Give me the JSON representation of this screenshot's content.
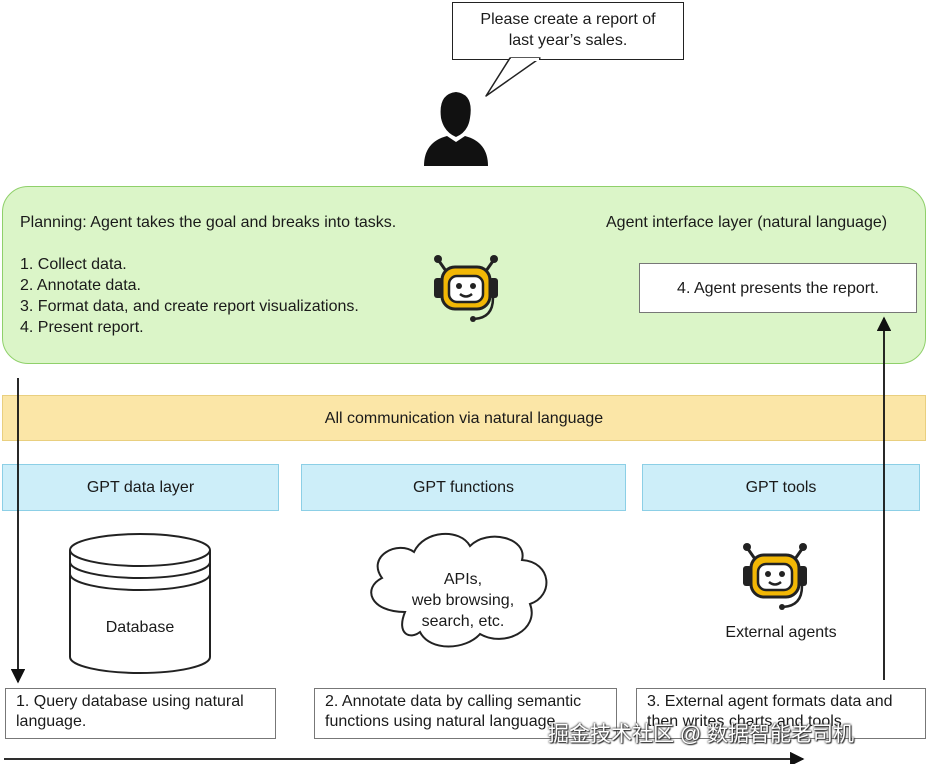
{
  "speech": {
    "lines": [
      "Please create a report of",
      "last year’s sales."
    ]
  },
  "planning": {
    "title": "Planning: Agent takes the goal and breaks into tasks.",
    "tasks": [
      "1. Collect data.",
      "2. Annotate data.",
      "3. Format data, and create report visualizations.",
      "4. Present report."
    ]
  },
  "agent_interface": {
    "title": "Agent interface layer (natural language)",
    "report_step": "4. Agent presents the report."
  },
  "communication_band": "All communication via natural language",
  "layers": [
    "GPT data layer",
    "GPT functions",
    "GPT tools"
  ],
  "database_label": "Database",
  "cloud_lines": [
    "APIs,",
    "web browsing,",
    "search, etc."
  ],
  "external_agents_label": "External agents",
  "steps": [
    {
      "lines": [
        "1. Query database using natural",
        "language."
      ]
    },
    {
      "lines": [
        "2. Annotate data by calling semantic",
        "functions using natural language."
      ]
    },
    {
      "lines": [
        "3. External agent formats data and",
        "then writes charts and tools."
      ]
    }
  ],
  "watermark": "掘金技术社区 @ 数据智能老司机",
  "colors": {
    "planning_fill": "#dbf5c8",
    "planning_border": "#8fd06a",
    "band_fill": "#fbe6a7",
    "layer_fill": "#cdeef9",
    "robot_accent": "#f2b705"
  }
}
